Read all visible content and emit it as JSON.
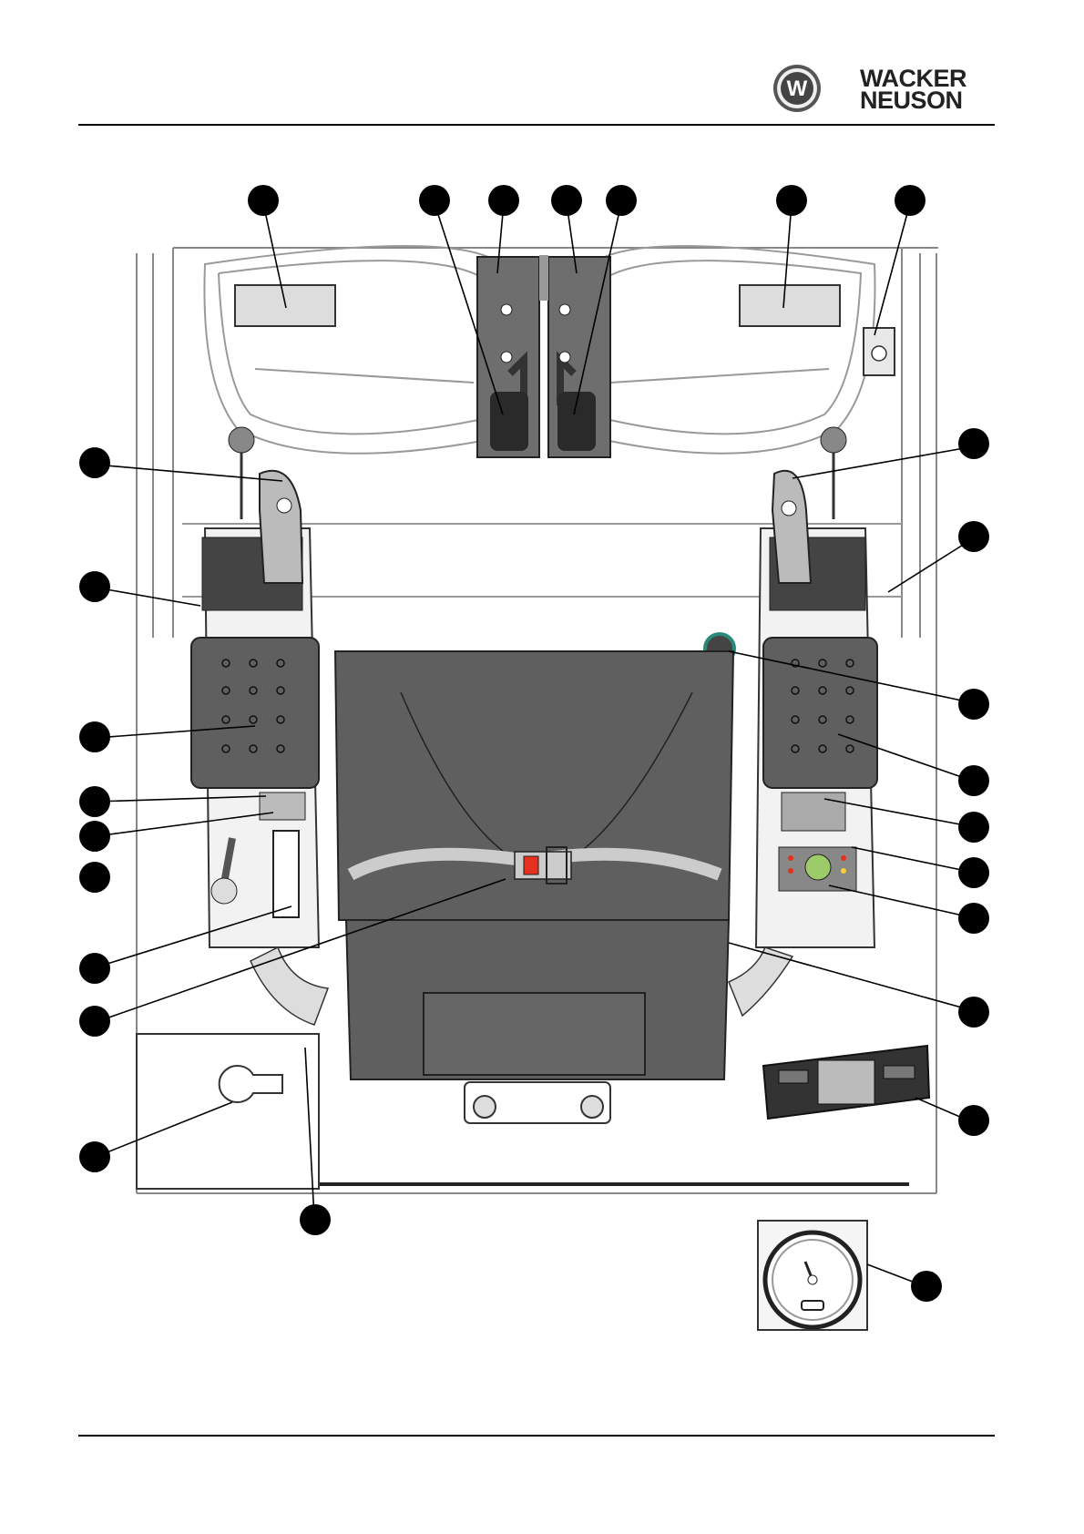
{
  "brand": {
    "line1": "WACKER",
    "line2": "NEUSON",
    "logo_letter": "W"
  },
  "diagram": {
    "callout_count": 27,
    "callout_color": "#000000",
    "panel_gray": "#5f5f5f",
    "seatbelt_buckle_color": "#e53020",
    "display_green": "#9ecb6a"
  }
}
